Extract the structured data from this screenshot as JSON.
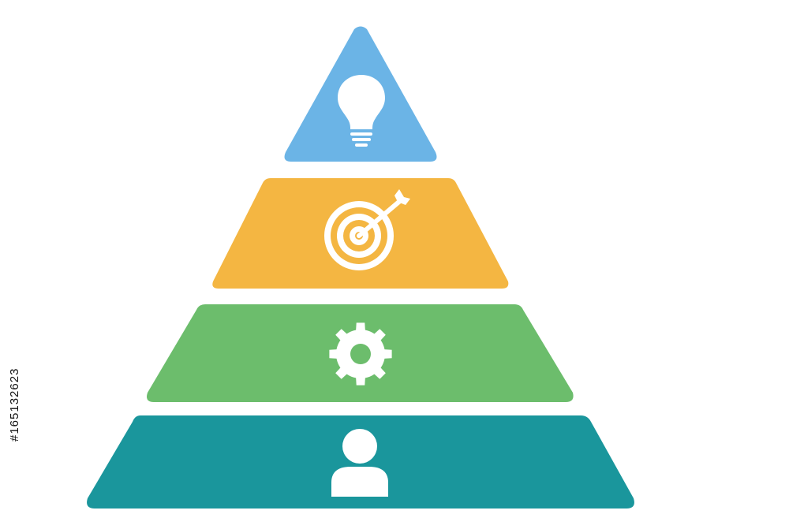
{
  "pyramid": {
    "tiers": [
      {
        "level": "top",
        "color": "#6bb4e6",
        "icon": "lightbulb-icon"
      },
      {
        "level": "second",
        "color": "#f4b642",
        "icon": "target-arrow-icon"
      },
      {
        "level": "third",
        "color": "#6cbd6c",
        "icon": "gear-icon"
      },
      {
        "level": "base",
        "color": "#1a969c",
        "icon": "person-icon"
      }
    ],
    "icon_color": "#ffffff"
  },
  "stock_id": "#165132623"
}
